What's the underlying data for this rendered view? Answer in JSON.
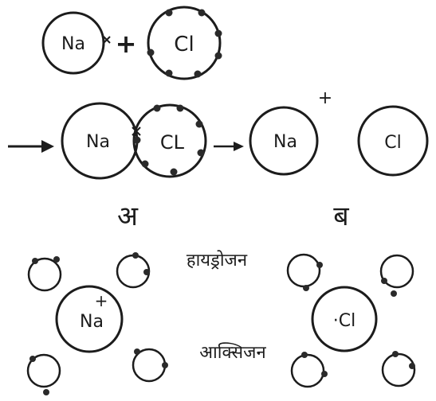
{
  "labels": {
    "na": "Na",
    "cl_top": "Cl",
    "cl_mid": "CL",
    "cl_right": "Cl",
    "cl_bottom": "·Cl",
    "plus_sign": "+",
    "charge_plus": "+",
    "label_a": "अ",
    "label_b": "ब",
    "hydrogen": "हायड्रोजन",
    "oxygen": "आक्सिजन"
  },
  "icons": [
    "arrow-right-icon",
    "electron-dot-icon",
    "electron-cross-icon"
  ],
  "colors": {
    "ink": "#1c1c1c",
    "background": "#ffffff"
  }
}
